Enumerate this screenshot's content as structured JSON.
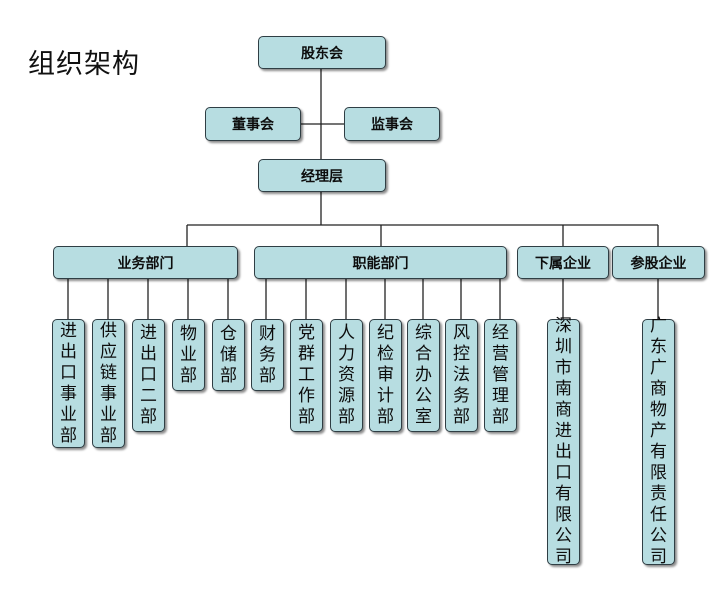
{
  "title": "组织架构",
  "nodes": {
    "gudonghui": "股东会",
    "dongshihui": "董事会",
    "jianshihui": "监事会",
    "jinglichen": "经理层",
    "yewu": "业务部门",
    "zhineng": "职能部门",
    "xiashu": "下属企业",
    "canggu": "参股企业",
    "jck_shiye": "进出口事业部",
    "gongyinglian": "供应链事业部",
    "jck_er": "进出口二部",
    "wuye": "物业部",
    "cangchu": "仓储部",
    "caiwu": "财务部",
    "dangqun": "党群工作部",
    "renli": "人力资源部",
    "jijian": "纪检审计部",
    "zonghe": "综合办公室",
    "fengkong": "风控法务部",
    "jingying": "经营管理部",
    "shenzhen": "深圳市南商进出口有限公司",
    "guangdong": "广东广商物产有限责任公司"
  }
}
